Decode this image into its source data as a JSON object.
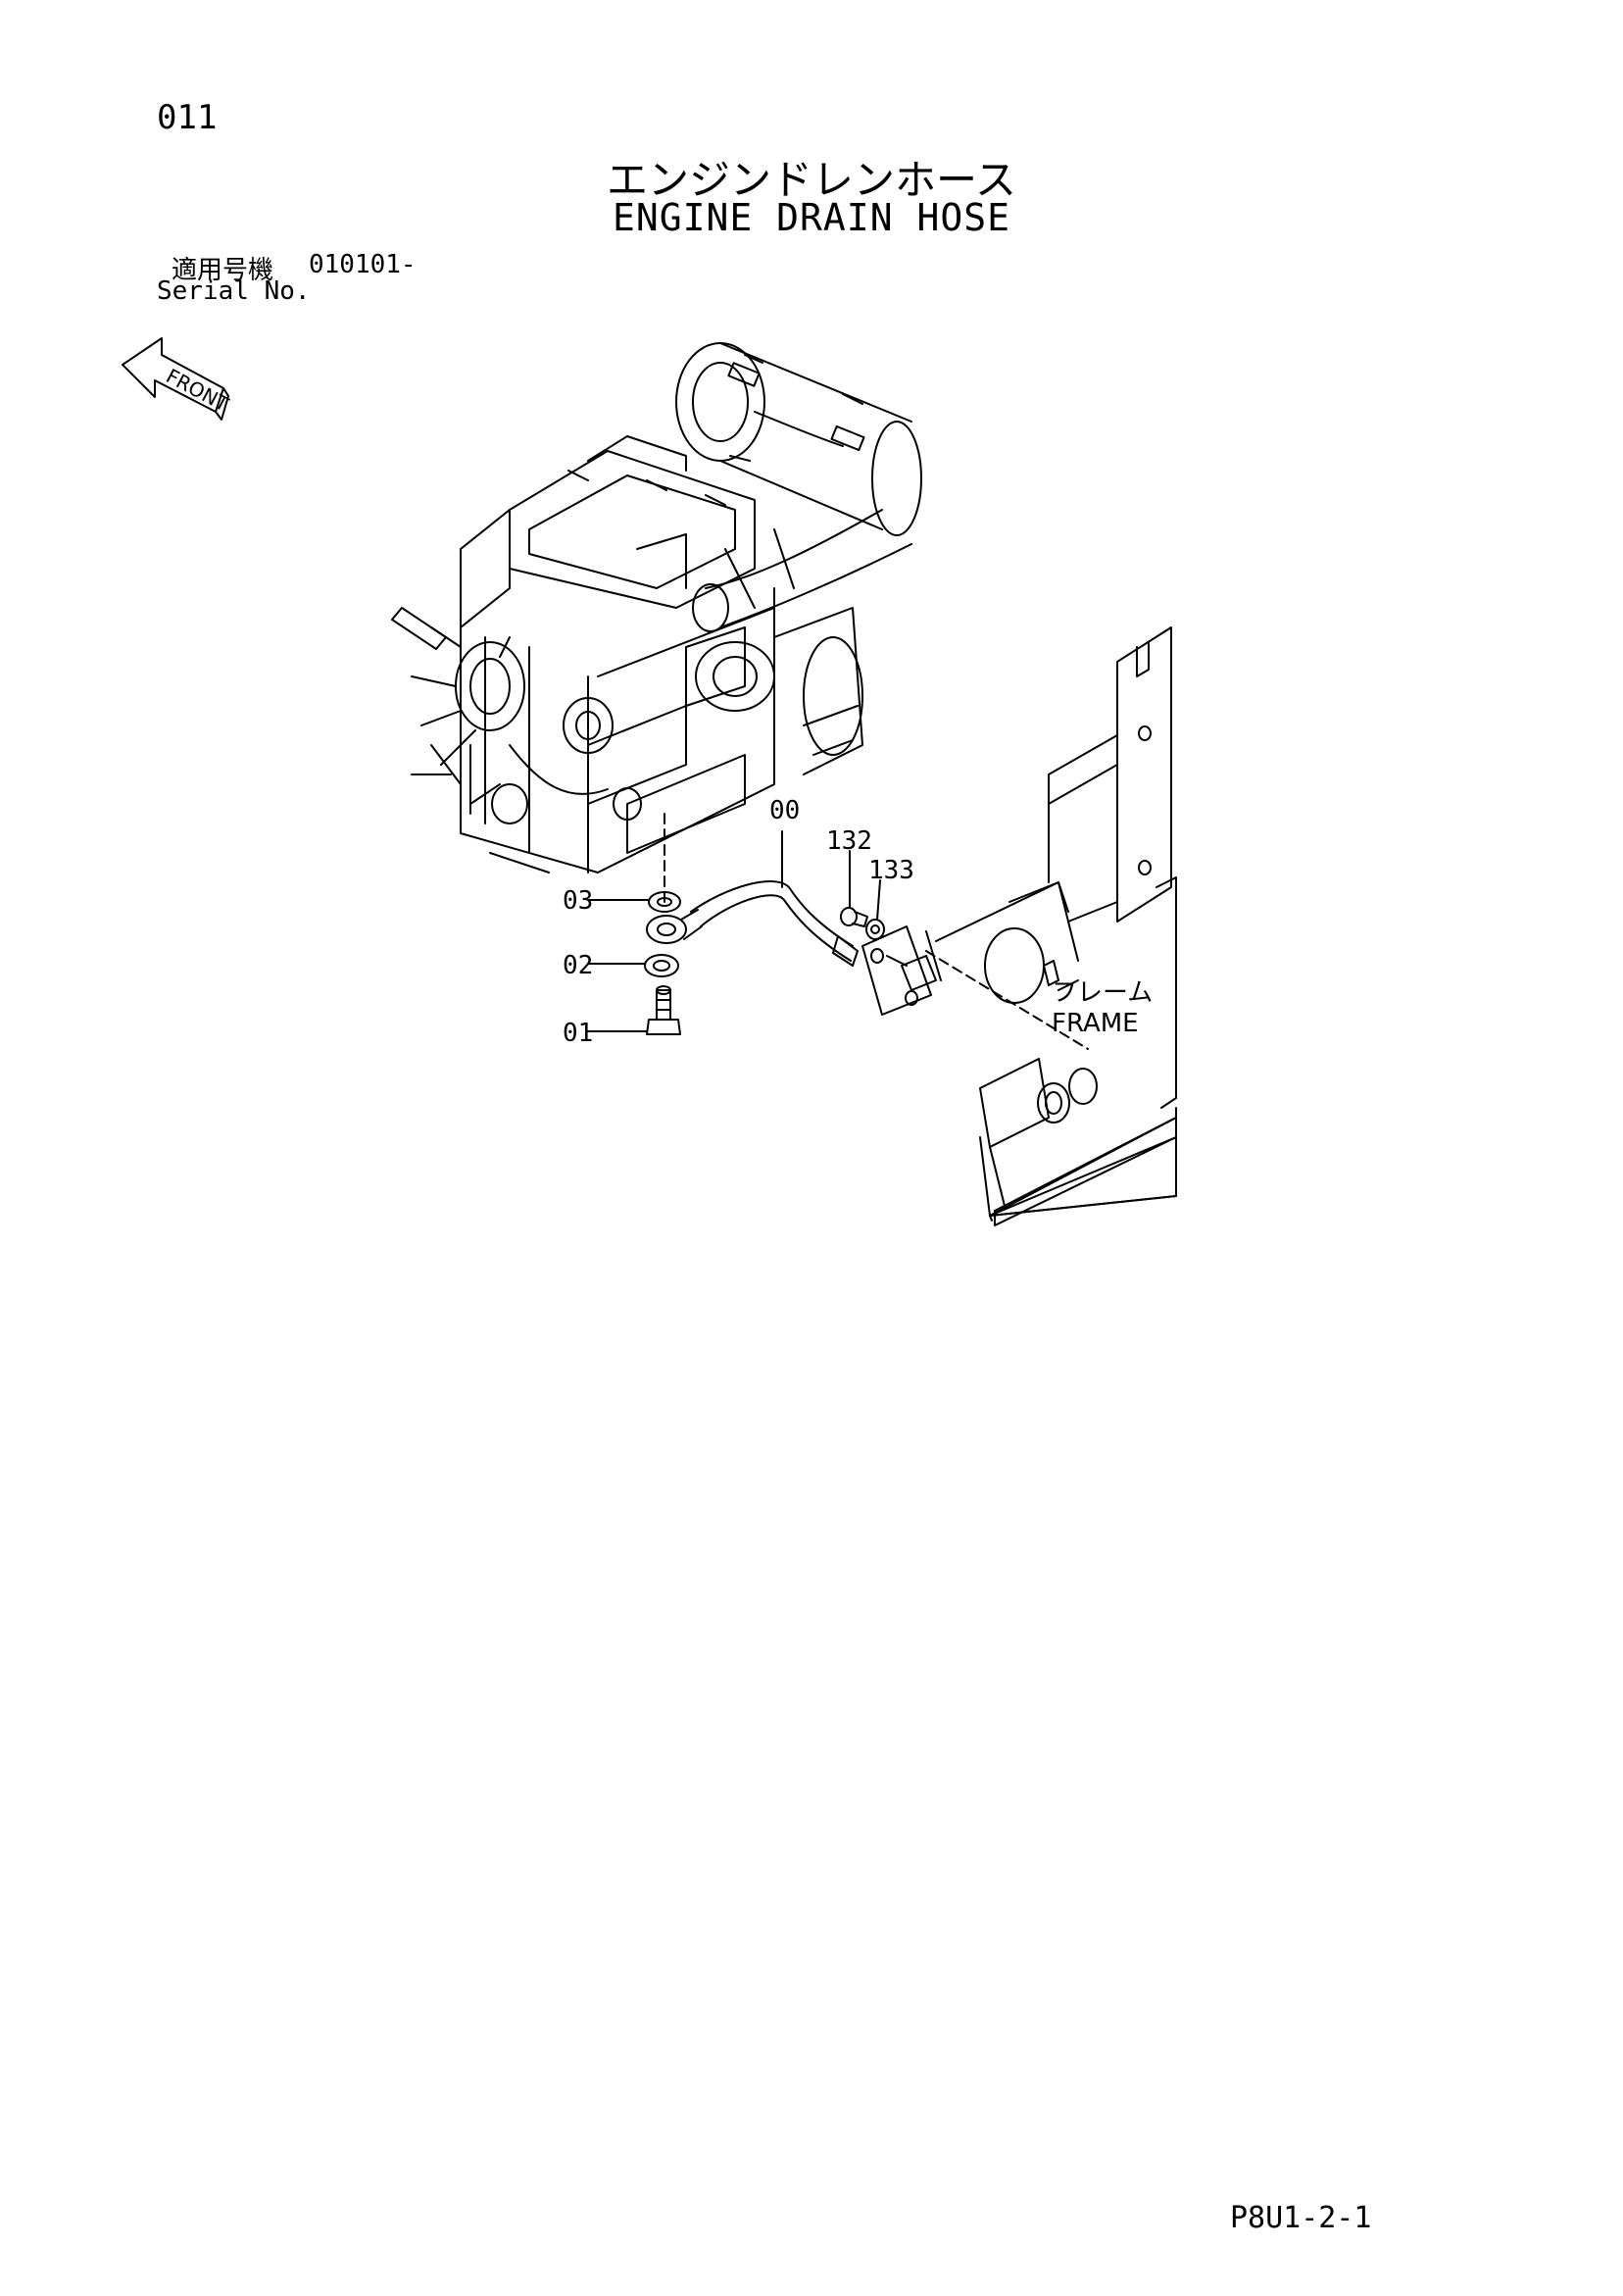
{
  "header": {
    "page_number": "011",
    "title_jp": "エンジンドレンホース",
    "title_en": "ENGINE DRAIN HOSE",
    "serial_label_jp": "適用号機",
    "serial_range": "010101-",
    "serial_label_en": "Serial No."
  },
  "diagram": {
    "front_arrow_label": "FRONT",
    "callouts": {
      "p00": "00",
      "p01": "01",
      "p02": "02",
      "p03": "03",
      "p132": "132",
      "p133": "133"
    },
    "frame_label_jp": "フレーム",
    "frame_label_en": "FRAME"
  },
  "footer": {
    "code": "P8U1-2-1"
  }
}
